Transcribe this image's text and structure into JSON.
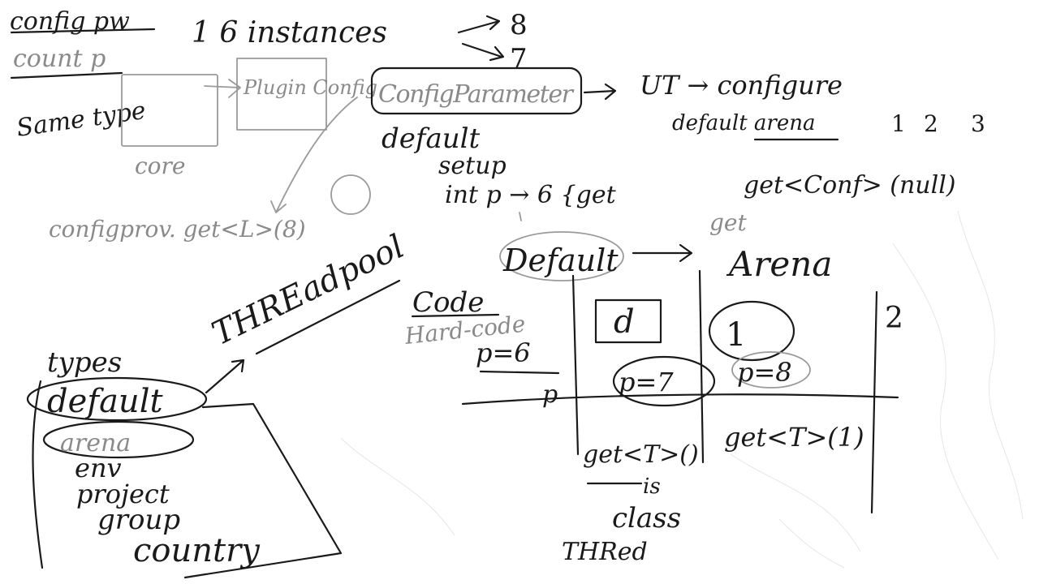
{
  "notes": {
    "config_pw": "config pw",
    "count_p": "count p",
    "same_type": "Same type",
    "core": "core",
    "plugin_config": "Plugin Config",
    "instances": "1 6 instances",
    "arrow_8": "8",
    "arrow_7": "7",
    "config_parameter": "ConfigParameter",
    "ut_configure": "UT → configure",
    "default_arena": "default arena",
    "nums": [
      "1",
      "2",
      "3"
    ],
    "default_lbl": "default",
    "setup": "setup",
    "int_p": "int p → 6 {get",
    "get_null": "get<Conf> (null)",
    "config_prov": "configprov. get<L>(8)",
    "get": "get",
    "default_box": "Default",
    "arena": "Arena",
    "code": "Code",
    "hard_code": "Hard-code",
    "p6": "p=6",
    "d": "d",
    "one": "1",
    "two": "2",
    "p7": "p=7",
    "p8": "p=8",
    "p_small": "p",
    "getT_left": "get<T>()",
    "getT_right": "get<T>(1)",
    "is": "is",
    "class_lbl": "class",
    "thread": "THRed",
    "threadpool": "THREadpool",
    "types": "types",
    "type_list": [
      "default",
      "arena",
      "env",
      "project",
      "group",
      "country"
    ]
  }
}
